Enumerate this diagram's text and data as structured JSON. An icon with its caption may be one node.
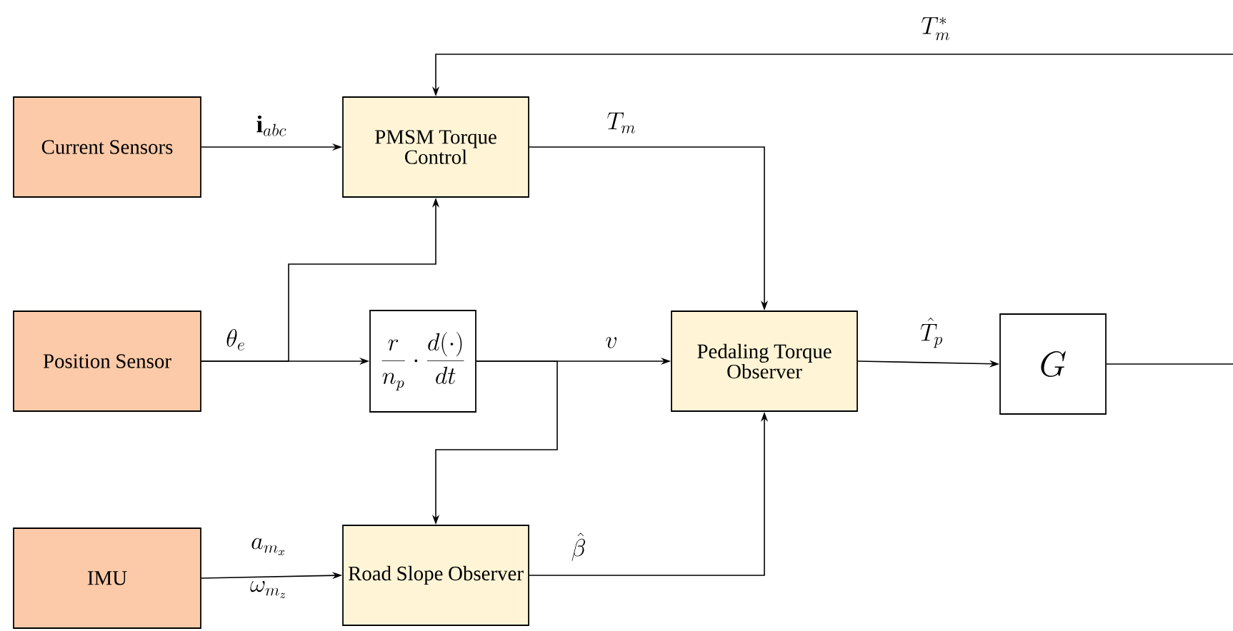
{
  "diagram": {
    "nodes": [
      {
        "text": [
          "Current Sensors"
        ]
      },
      {
        "text": [
          "PMSM Torque Control"
        ]
      },
      {
        "text": [
          "Position Sensor"
        ]
      },
      {
        "text": [
          "\\frac{r}{n_p} \\cdot \\frac{d(\\cdot)}{dt}"
        ]
      },
      {
        "text": [
          "Pedaling Torque Observer"
        ]
      },
      {
        "text": [
          "G"
        ]
      },
      {
        "text": [
          "IMU"
        ]
      },
      {
        "text": [
          "Road Slope Observer"
        ]
      }
    ],
    "edges": [
      {
        "from": 0,
        "to": 1,
        "arrow": "to",
        "label": "\\mathbf{i}_{abc}"
      },
      {
        "from": 2,
        "to": 1,
        "arrow": "to"
      },
      {
        "from": 2,
        "to": 3,
        "arrow": "to",
        "label": "\\theta_e"
      },
      {
        "from": 1,
        "to": 4,
        "arrow": "to",
        "label": "T_m"
      },
      {
        "from": 3,
        "to": 4,
        "arrow": "to",
        "label": "v"
      },
      {
        "from": 3,
        "to": 7,
        "arrow": "to"
      },
      {
        "from": 7,
        "to": 4,
        "arrow": "to",
        "label": "\\hat{\\beta}"
      },
      {
        "from": 6,
        "to": 7,
        "arrow": "to",
        "label": "a_{m_x}"
      },
      {
        "from": 4,
        "to": 5,
        "arrow": "to",
        "label": "\\hat{T}_p"
      },
      {
        "from": 5,
        "to": null,
        "arrow": "none"
      },
      {
        "from": null,
        "to": 1,
        "arrow": "to",
        "label": "T_m^*"
      }
    ],
    "labels": [
      "\\omega_{m_z}"
    ]
  }
}
